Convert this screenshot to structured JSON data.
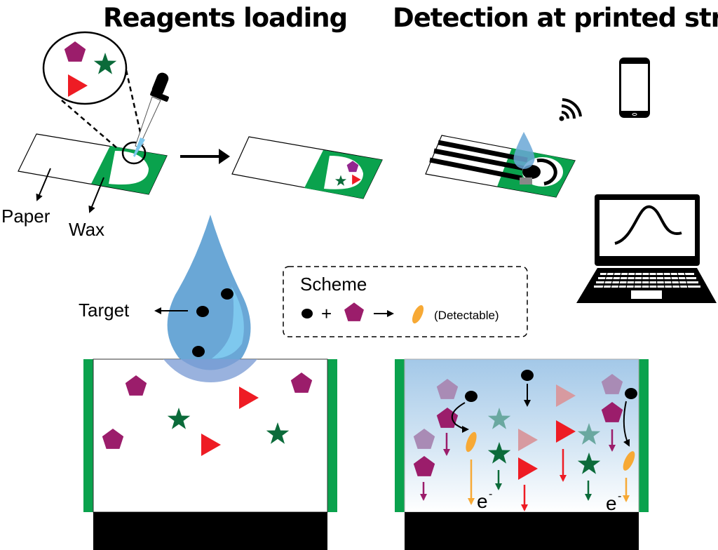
{
  "titles": {
    "left": "Reagents loading",
    "right": "Detection at printed strip"
  },
  "labels": {
    "paper": "Paper",
    "wax": "Wax",
    "target": "Target",
    "scheme_title": "Scheme",
    "scheme_plus": "+",
    "detectable": "(Detectable)",
    "electron": "e",
    "electron_sup": "-"
  },
  "colors": {
    "wax_green": "#0aa24d",
    "pentagon_purple": "#9b1d6b",
    "star_green": "#0b6b3a",
    "triangle_red": "#ee1c24",
    "drop_blue": "#6aa7d6",
    "drop_highlight": "#7ec8ee",
    "detectable_orange": "#f7a935",
    "faded_pentagon": "#a98bb5",
    "faded_star": "#6aa8a0",
    "faded_triangle": "#d79aa0",
    "electrode_black": "#000000"
  },
  "icons": [
    "dropper-icon",
    "wifi-icon",
    "smartphone-icon",
    "laptop-icon",
    "water-drop-icon"
  ]
}
